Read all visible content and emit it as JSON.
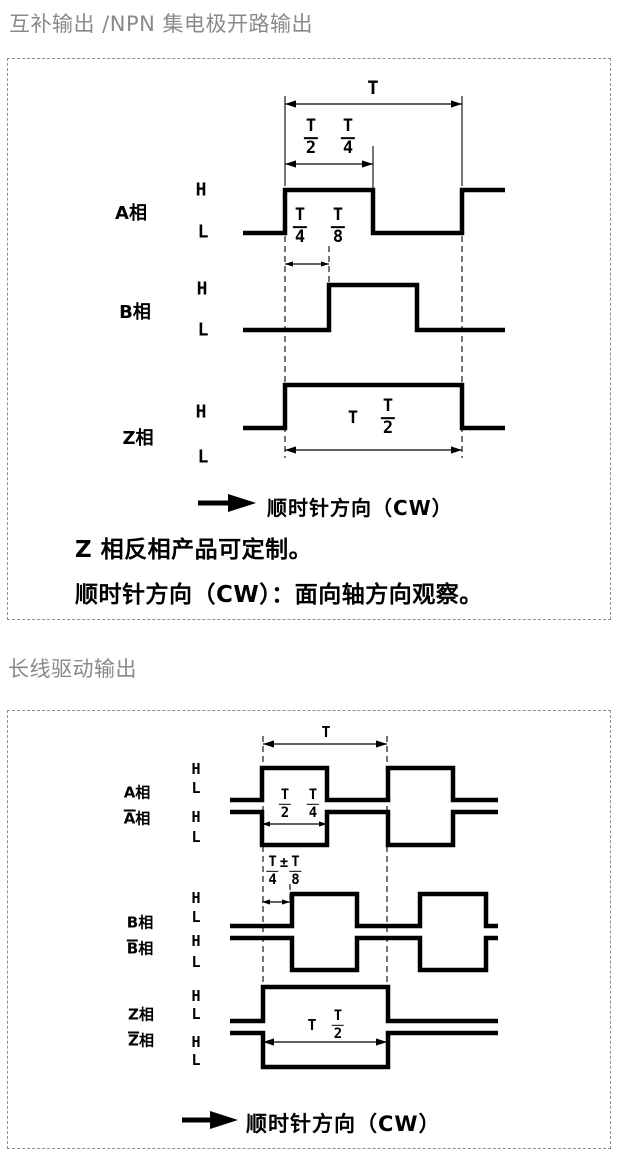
{
  "colors": {
    "title_gray": "#8a8a8a",
    "ink": "#000000",
    "border_gray": "#8f8f8f"
  },
  "labels": {
    "H": "H",
    "L": "L",
    "T": "T",
    "plus_minus": "±"
  },
  "fracs": {
    "t2": {
      "num": "T",
      "den": "2"
    },
    "t4": {
      "num": "T",
      "den": "4"
    },
    "t8": {
      "num": "T",
      "den": "8"
    }
  },
  "section1": {
    "title": "互补输出 /NPN 集电极开路输出",
    "phase_a": "A相",
    "phase_b": "B相",
    "phase_z": "Z相",
    "cw_label": "顺时针方向（CW）",
    "notes": [
      "Z 相反相产品可定制。",
      "顺时针方向（CW）：面向轴方向观察。"
    ]
  },
  "section2": {
    "title": "长线驱动输出",
    "phase_a": "A相",
    "phase_a_bar": {
      "bar": "A",
      "rest": "相"
    },
    "phase_b": "B相",
    "phase_b_bar": {
      "bar": "B",
      "rest": "相"
    },
    "phase_z": "Z相",
    "phase_z_bar": {
      "bar": "Z",
      "rest": "相"
    },
    "cw_label": "顺时针方向（CW）"
  }
}
